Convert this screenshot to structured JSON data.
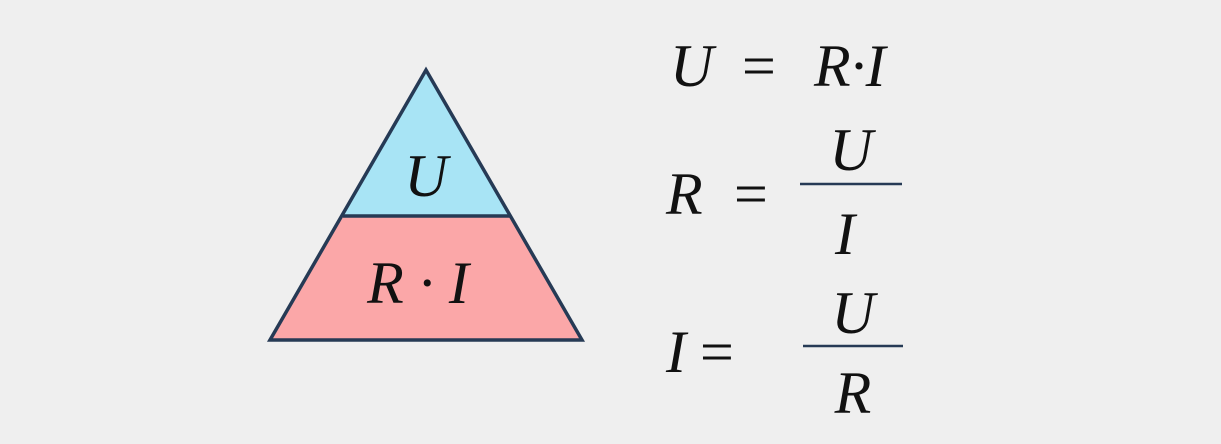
{
  "triangle": {
    "top": "U",
    "bottom": "R · I",
    "colors": {
      "top": "#a8e4f5",
      "bottom": "#fba7a8",
      "stroke": "#263a55"
    }
  },
  "formulas": {
    "f1": {
      "lhs": "U",
      "eq": "=",
      "rhs": "R·I"
    },
    "f2": {
      "lhs": "R",
      "eq": "=",
      "num": "U",
      "den": "I"
    },
    "f3": {
      "lhs": "I",
      "eq": "=",
      "num": "U",
      "den": "R"
    }
  }
}
